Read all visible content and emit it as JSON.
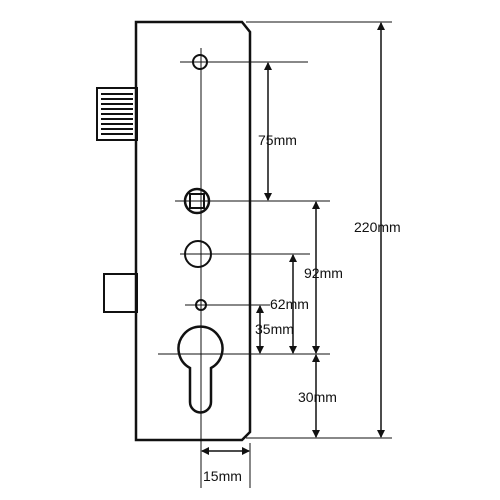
{
  "diagram": {
    "labels": {
      "overall_height": "220mm",
      "spindle_to_top_hole": "75mm",
      "spindle_to_cylinder": "92mm",
      "small_hole_to_cylinder_a": "62mm",
      "small_hole_to_cylinder_b": "35mm",
      "cylinder_to_bottom": "30mm",
      "backset": "15mm"
    },
    "colors": {
      "line": "#111111",
      "background": "#ffffff"
    }
  }
}
